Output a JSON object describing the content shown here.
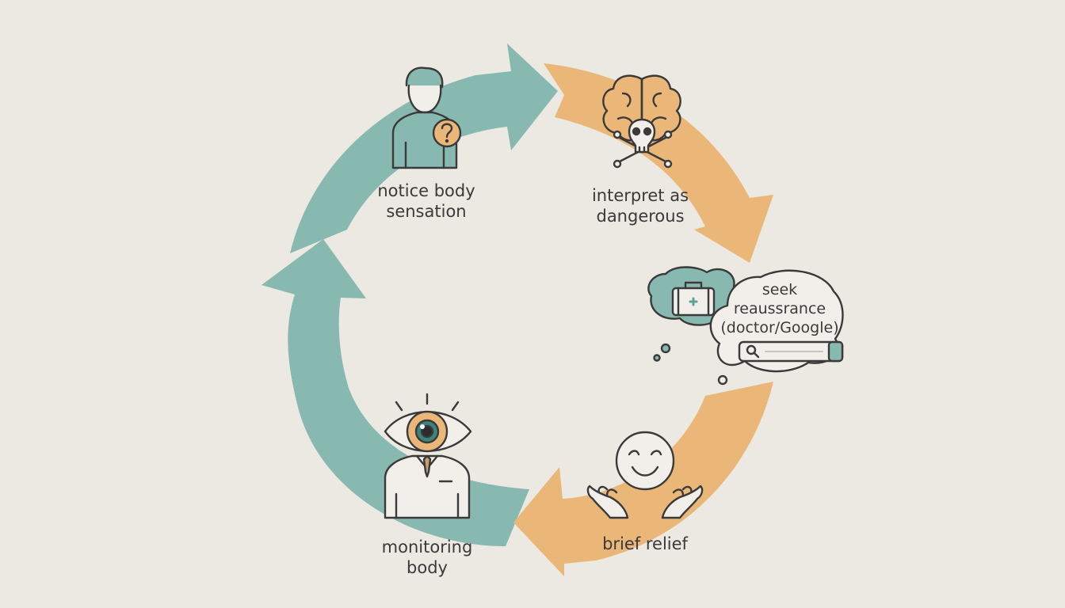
{
  "colors": {
    "background": "#ece8e2",
    "teal": "#88b9b0",
    "orange": "#ebb778",
    "ink": "#3a3a3a"
  },
  "stages": [
    {
      "id": "notice",
      "lines": [
        "notice body",
        "sensation"
      ],
      "icon": "person-question-icon"
    },
    {
      "id": "interpret",
      "lines": [
        "interpret as",
        "dangerous"
      ],
      "icon": "brain-skull-icon"
    },
    {
      "id": "seek",
      "lines": [
        "seek",
        "reaussrance",
        "(doctor/Google)"
      ],
      "icon": "medical-kit-thought-bubble-icon"
    },
    {
      "id": "relief",
      "lines": [
        "brief relief"
      ],
      "icon": "smiley-hands-icon"
    },
    {
      "id": "monitor",
      "lines": [
        "monitoring",
        "body"
      ],
      "icon": "eye-person-icon"
    }
  ]
}
